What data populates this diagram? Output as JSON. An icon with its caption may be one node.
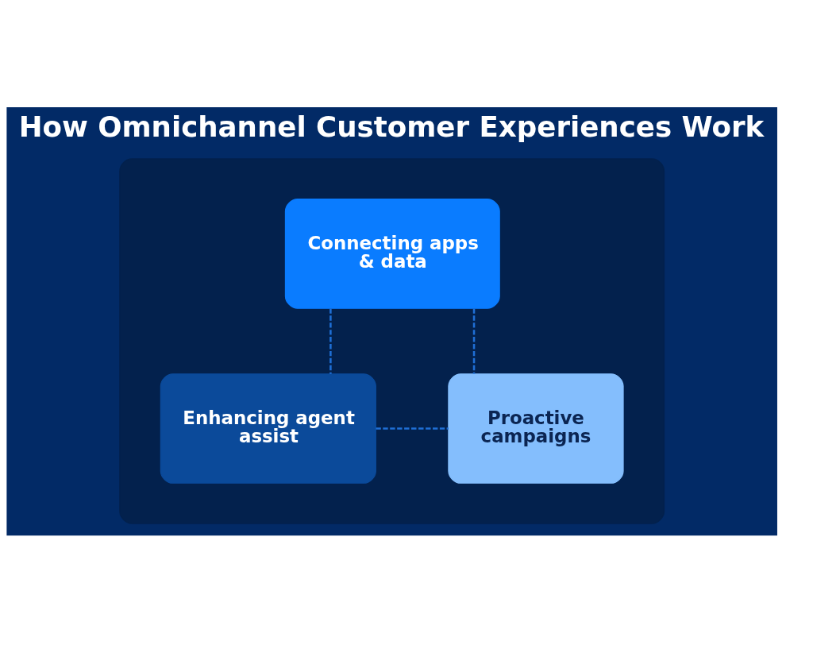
{
  "diagram": {
    "title": "How Omnichannel Customer Experiences Work",
    "nodes": [
      {
        "text": [],
        "shape": "box"
      },
      {
        "text": [
          "Connecting apps & data"
        ],
        "in": 0
      },
      {
        "text": [
          "Enhancing agent assist"
        ],
        "in": 0
      },
      {
        "text": [
          "Proactive campaigns"
        ],
        "in": 0
      }
    ],
    "edges": [
      {
        "from": 1,
        "to": 2,
        "arrow": "none",
        "style": "dashed"
      },
      {
        "from": 1,
        "to": 3,
        "arrow": "none",
        "style": "dashed"
      },
      {
        "from": 2,
        "to": 3,
        "arrow": "none",
        "style": "dashed"
      }
    ]
  }
}
